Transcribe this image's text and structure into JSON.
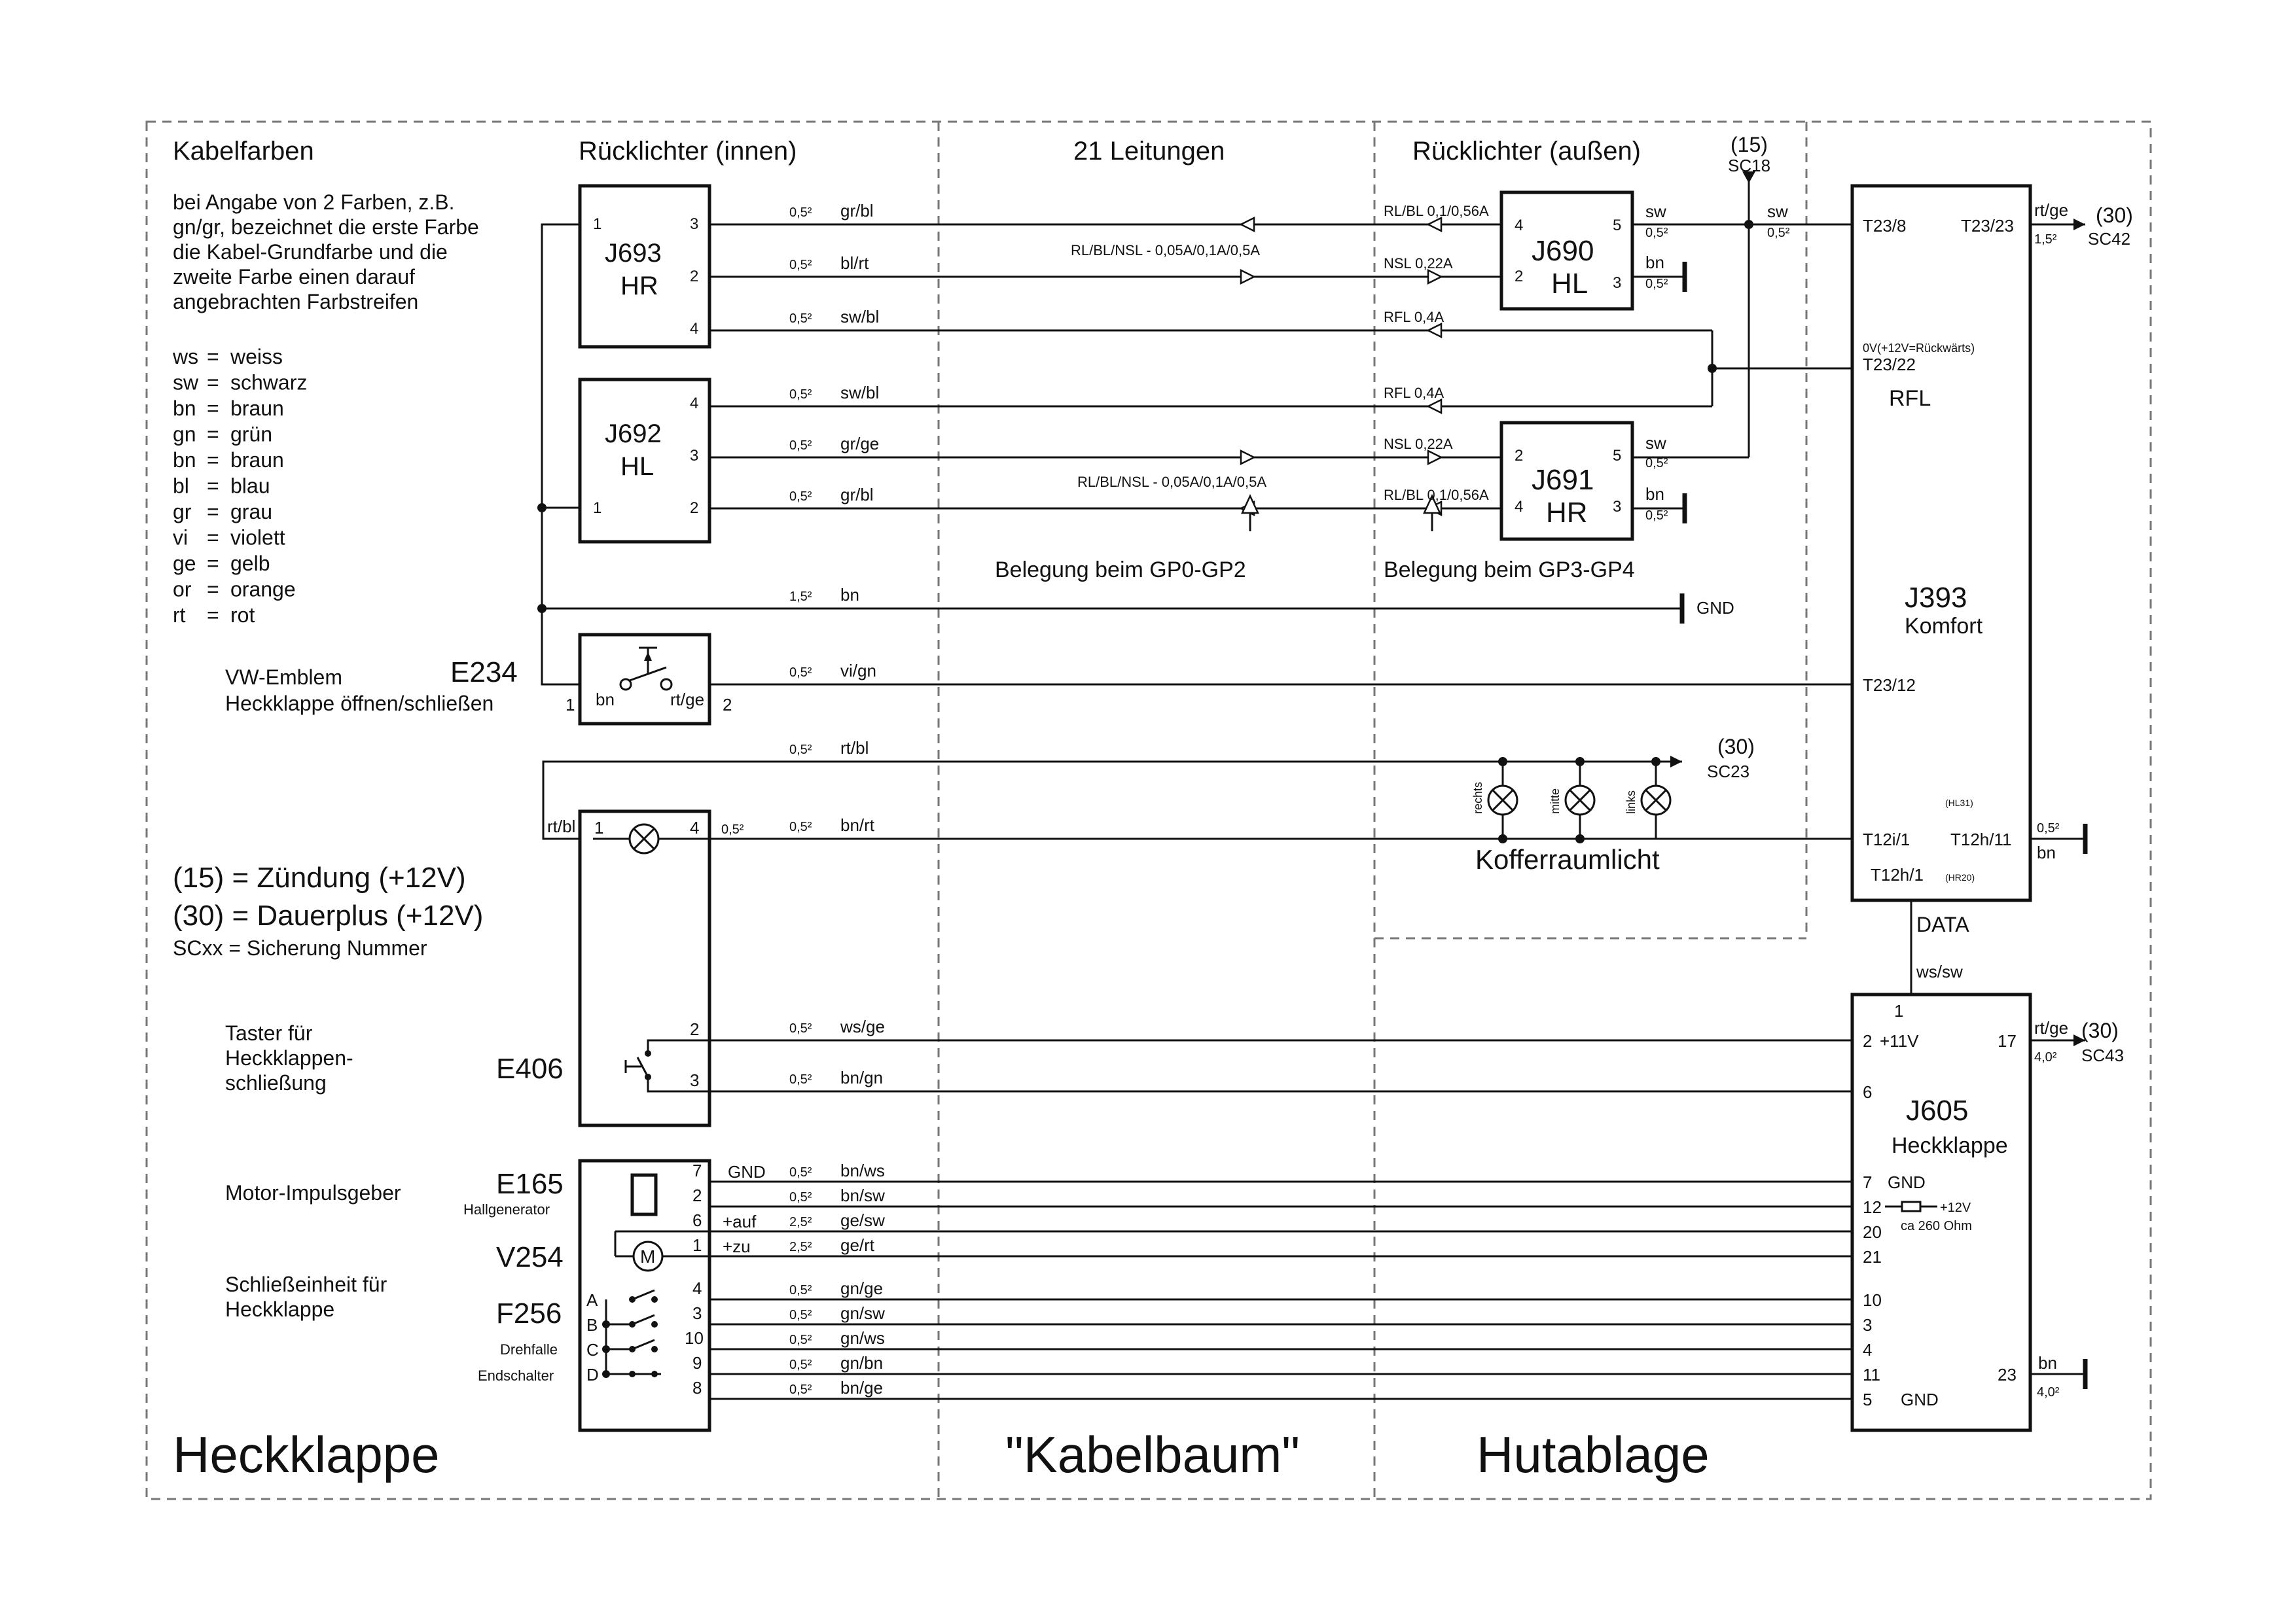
{
  "sections": {
    "kabelfarben": "Kabelfarben",
    "ruecklichter_innen": "Rücklichter (innen)",
    "leitungen": "21 Leitungen",
    "ruecklichter_aussen": "Rücklichter (außen)",
    "heckklappe": "Heckklappe",
    "kabelbaum": "\"Kabelbaum\"",
    "hutablage": "Hutablage"
  },
  "notes": {
    "intro": [
      "bei Angabe von 2 Farben, z.B.",
      "gn/gr,  bezeichnet die erste Farbe",
      "die Kabel-Grundfarbe und die",
      "zweite Farbe einen darauf",
      "angebrachten Farbstreifen"
    ],
    "colors": [
      {
        "code": "ws",
        "name": "weiss"
      },
      {
        "code": "sw",
        "name": "schwarz"
      },
      {
        "code": "bn",
        "name": "braun"
      },
      {
        "code": "gn",
        "name": "grün"
      },
      {
        "code": "bn",
        "name": "braun"
      },
      {
        "code": "bl",
        "name": "blau"
      },
      {
        "code": "gr",
        "name": "grau"
      },
      {
        "code": "vi",
        "name": "violett"
      },
      {
        "code": "ge",
        "name": "gelb"
      },
      {
        "code": "or",
        "name": "orange"
      },
      {
        "code": "rt",
        "name": "rot"
      }
    ],
    "legend": [
      "(15) = Zündung (+12V)",
      "(30) = Dauerplus (+12V)",
      "SCxx = Sicherung Nummer"
    ],
    "belegung_gp0": "Belegung beim GP0-GP2",
    "belegung_gp3": "Belegung beim GP3-GP4",
    "kofferraumlicht": "Kofferraumlicht"
  },
  "components": {
    "j693": {
      "id": "J693",
      "sub": "HR"
    },
    "j692": {
      "id": "J692",
      "sub": "HL"
    },
    "j690": {
      "id": "J690",
      "sub": "HL"
    },
    "j691": {
      "id": "J691",
      "sub": "HR"
    },
    "j393": {
      "id": "J393",
      "sub": "Komfort"
    },
    "j605": {
      "id": "J605",
      "sub": "Heckklappe"
    },
    "rfl": "RFL",
    "e234": {
      "id": "E234",
      "desc1": "VW-Emblem",
      "desc2": "Heckklappe öffnen/schließen"
    },
    "e406": {
      "id": "E406",
      "desc": [
        "Taster für",
        "Heckklappen-",
        "schließung"
      ]
    },
    "e165": {
      "id": "E165",
      "desc": "Motor-Impulsgeber",
      "sub": "Hallgenerator"
    },
    "v254": {
      "id": "V254",
      "desc": [
        "Schließeinheit für",
        "Heckklappe"
      ]
    },
    "f256": {
      "id": "F256",
      "sub1": "Drehfalle",
      "sub2": "Endschalter"
    }
  },
  "wires": [
    {
      "size": "0,5²",
      "color": "gr/bl"
    },
    {
      "size": "0,5²",
      "color": "bl/rt"
    },
    {
      "size": "0,5²",
      "color": "sw/bl"
    },
    {
      "size": "0,5²",
      "color": "sw/bl"
    },
    {
      "size": "0,5²",
      "color": "gr/ge"
    },
    {
      "size": "0,5²",
      "color": "gr/bl"
    },
    {
      "size": "1,5²",
      "color": "bn"
    },
    {
      "size": "0,5²",
      "color": "vi/gn"
    },
    {
      "size": "0,5²",
      "color": "rt/bl"
    },
    {
      "size": "0,5²",
      "color": "bn/rt"
    },
    {
      "size": "0,5²",
      "color": "ws/ge"
    },
    {
      "size": "0,5²",
      "color": "bn/gn"
    },
    {
      "size": "0,5²",
      "color": "bn/ws"
    },
    {
      "size": "0,5²",
      "color": "bn/sw"
    },
    {
      "size": "2,5²",
      "color": "ge/sw"
    },
    {
      "size": "2,5²",
      "color": "ge/rt"
    },
    {
      "size": "0,5²",
      "color": "gn/ge"
    },
    {
      "size": "0,5²",
      "color": "gn/sw"
    },
    {
      "size": "0,5²",
      "color": "gn/ws"
    },
    {
      "size": "0,5²",
      "color": "gn/bn"
    },
    {
      "size": "0,5²",
      "color": "bn/ge"
    }
  ],
  "mid_labels": {
    "rl_bl_nsl": "RL/BL/NSL - 0,05A/0,1A/0,5A",
    "rl_bl_1": "RL/BL 0,1/0,56A",
    "nsl_1": "NSL 0,22A",
    "rfl_1": "RFL 0,4A",
    "rfl_2": "RFL 0,4A",
    "nsl_2": "NSL 0,22A",
    "rl_bl_2": "RL/BL 0,1/0,56A"
  },
  "misc": {
    "sw": "sw",
    "bn": "bn",
    "size_05": "0,5²",
    "size_15": "1,5²",
    "size_40": "4,0²",
    "k15": "(15)",
    "sc18": "SC18",
    "k30": "(30)",
    "sc42": "SC42",
    "sc23": "SC23",
    "sc43": "SC43",
    "gnd": "GND",
    "rtge": "rt/ge",
    "rtbl": "rt/bl",
    "t23_8": "T23/8",
    "t23_23": "T23/23",
    "t23_22_note": "0V(+12V=Rückwärts)",
    "t23_22": "T23/22",
    "t23_12": "T23/12",
    "t12i_1": "T12i/1",
    "t12h_11": "T12h/11",
    "t12h_1": "T12h/1",
    "hl31": "(HL31)",
    "hr20": "(HR20)",
    "data": "DATA",
    "wssw": "ws/sw",
    "p11v": "+11V",
    "p12v": "+12V",
    "ohm": "ca 260 Ohm",
    "rechts": "rechts",
    "mitte": "mitte",
    "links": "links",
    "auf": "+auf",
    "zu": "+zu"
  }
}
